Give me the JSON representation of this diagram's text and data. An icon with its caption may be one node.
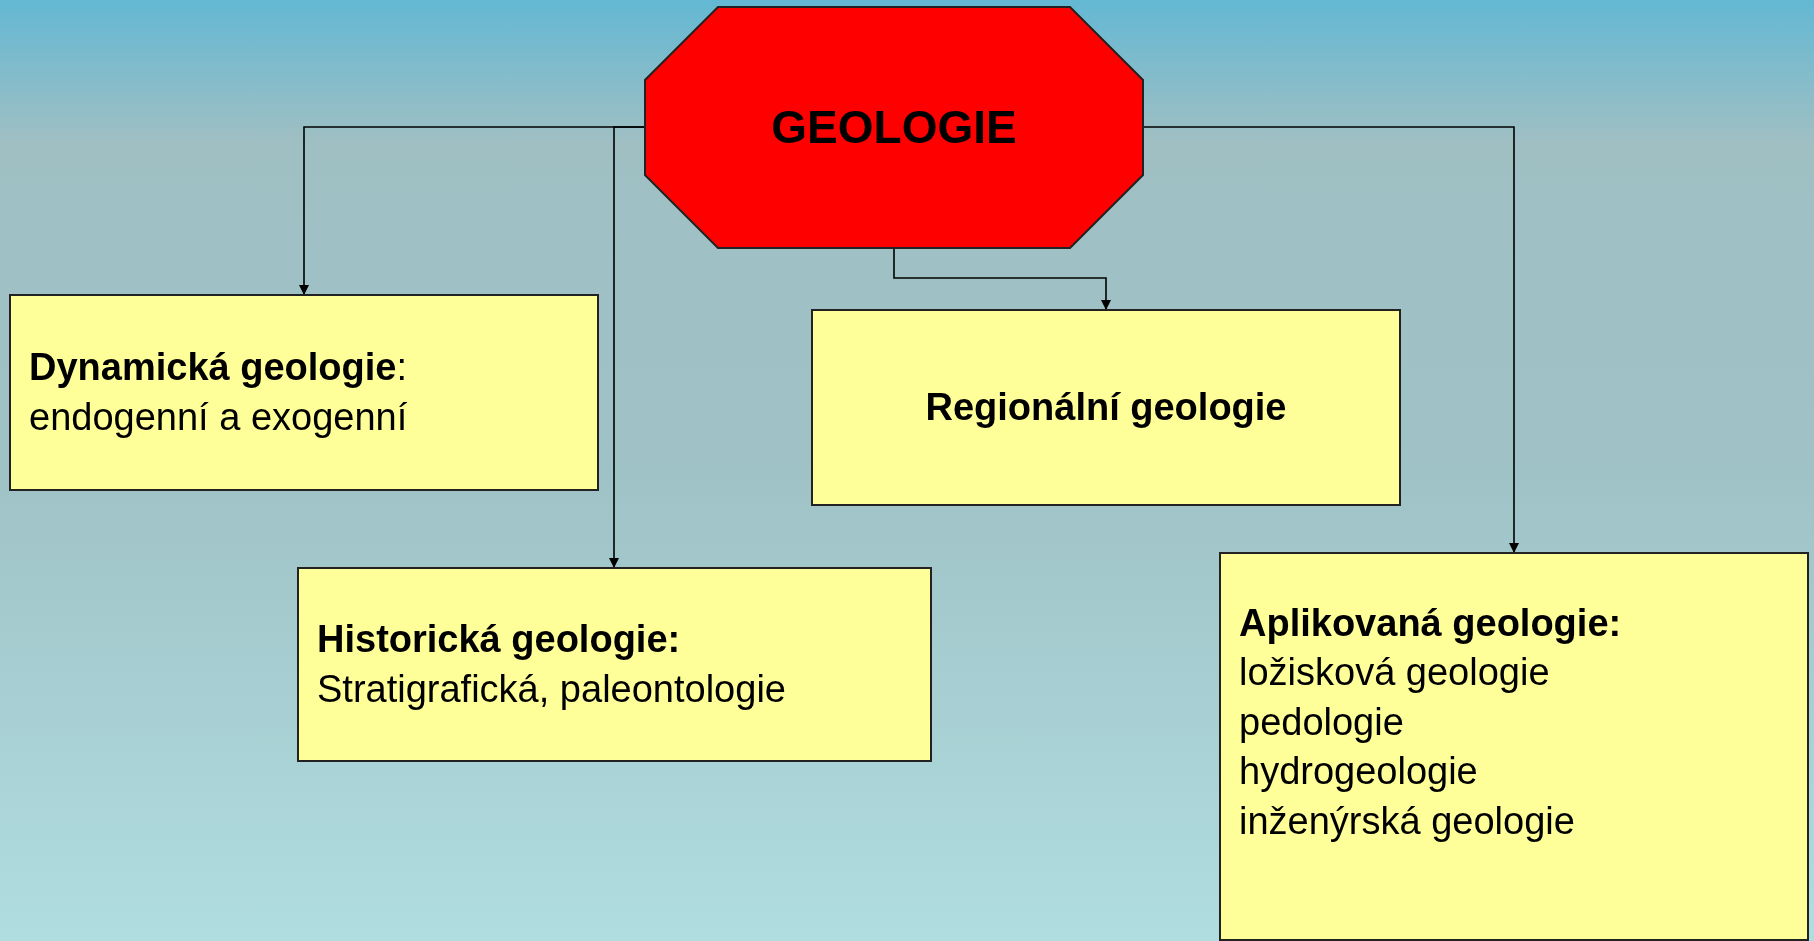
{
  "diagram": {
    "nodes": [
      {
        "text": [
          "GEOLOGIE"
        ]
      },
      {
        "text": [
          "**Dynamická geologie**:",
          "endogenní a exogenní"
        ]
      },
      {
        "text": [
          "Regionální geologie"
        ]
      },
      {
        "text": [
          "Historická geologie:",
          "Stratigrafická, paleontologie"
        ]
      },
      {
        "text": [
          "Aplikovaná geologie:",
          "ložisková geologie",
          "pedologie",
          "hydrogeologie",
          "inženýrská geologie"
        ]
      }
    ],
    "edges": [
      {
        "from": 0,
        "to": 1,
        "arrow": "to"
      },
      {
        "from": 0,
        "to": 3,
        "arrow": "to"
      },
      {
        "from": 0,
        "to": 2,
        "arrow": "to"
      },
      {
        "from": 0,
        "to": 4,
        "arrow": "to"
      }
    ]
  }
}
